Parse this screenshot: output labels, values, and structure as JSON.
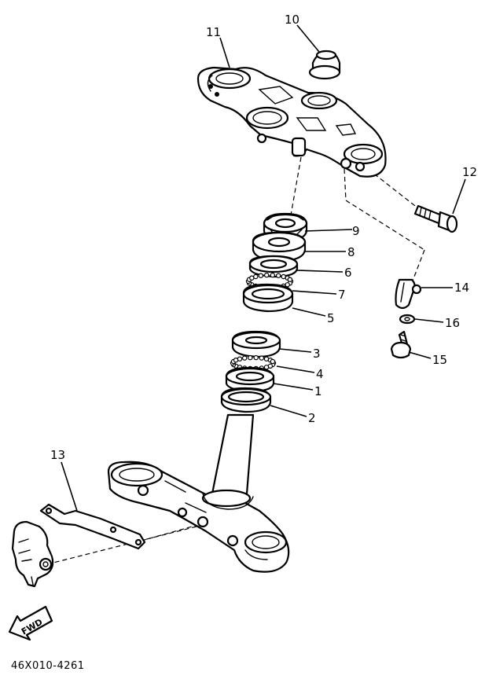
{
  "callouts": {
    "p1": "1",
    "p2": "2",
    "p3": "3",
    "p4": "4",
    "p5": "5",
    "p6": "6",
    "p7": "7",
    "p8": "8",
    "p9": "9",
    "p10": "10",
    "p11": "11",
    "p12": "12",
    "p13": "13",
    "p14": "14",
    "p15": "15",
    "p16": "16"
  },
  "fwd_label": "FWD",
  "drawing_code": "46X010-4261",
  "colors": {
    "ink": "#000000",
    "paper": "#ffffff"
  }
}
